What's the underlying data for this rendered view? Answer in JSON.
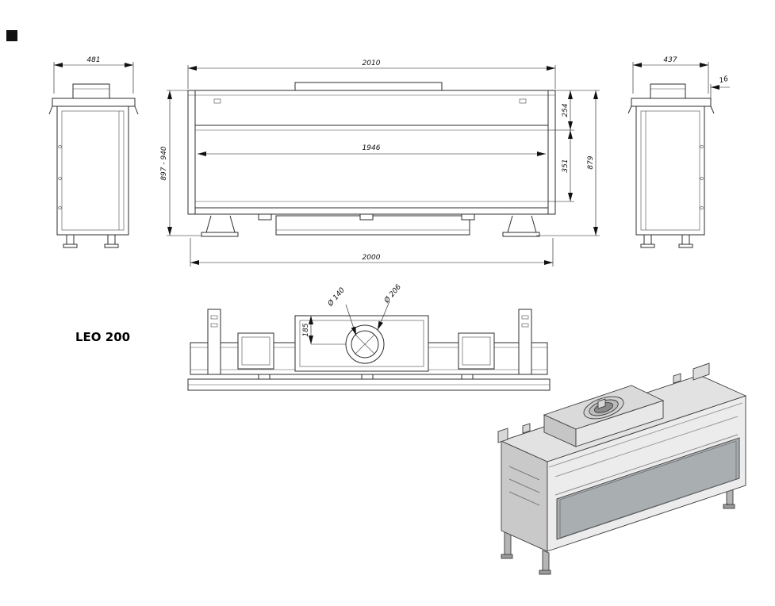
{
  "model": {
    "label": "LEO 200"
  },
  "dims": {
    "side_left_width": "481",
    "front_top_width": "2010",
    "side_right_width": "437",
    "cap_thickness": "16",
    "height_range": "897 - 940",
    "upper_section_height": "254",
    "glass_width": "1946",
    "glass_height": "351",
    "overall_height": "879",
    "base_width": "2000",
    "flue_inner_diameter": "Ø 140",
    "flue_outer_diameter": "Ø 206",
    "flue_center_offset": "185"
  },
  "colors": {
    "line": "#2e2e2e",
    "iso_top": "#e2e2e2",
    "iso_front": "#ececec",
    "iso_side": "#c9c9c9",
    "glass": "#a9aeb0"
  }
}
